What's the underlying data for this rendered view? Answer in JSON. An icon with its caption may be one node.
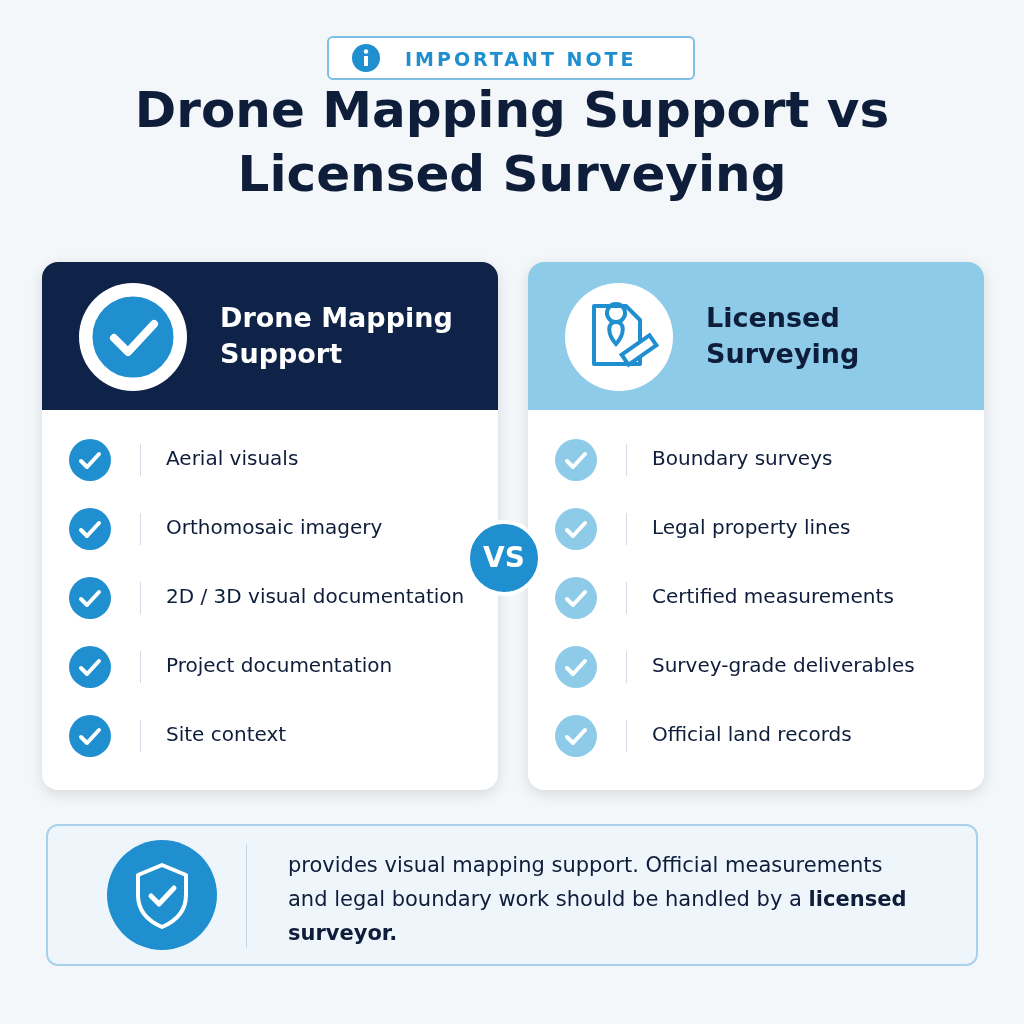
{
  "diagram": {
    "title": "Drone Mapping Support vs Licensed Surveying",
    "nodes": [
      {
        "text": [
          "IMPORTANT NOTE"
        ]
      },
      {
        "text": [
          "Drone Mapping Support",
          "Aerial visuals",
          "Orthomosaic imagery",
          "2D / 3D visual documentation",
          "Project documentation",
          "Site context"
        ]
      },
      {
        "text": [
          "VS"
        ]
      },
      {
        "text": [
          "Licensed Surveying",
          "Boundary surveys",
          "Legal property lines",
          "Certified measurements",
          "Survey-grade deliverables",
          "Official land records"
        ]
      },
      {
        "text": [
          "provides visual mapping support. Official measurements and legal boundary work should be handled by a **licensed surveyor.**"
        ]
      }
    ]
  }
}
